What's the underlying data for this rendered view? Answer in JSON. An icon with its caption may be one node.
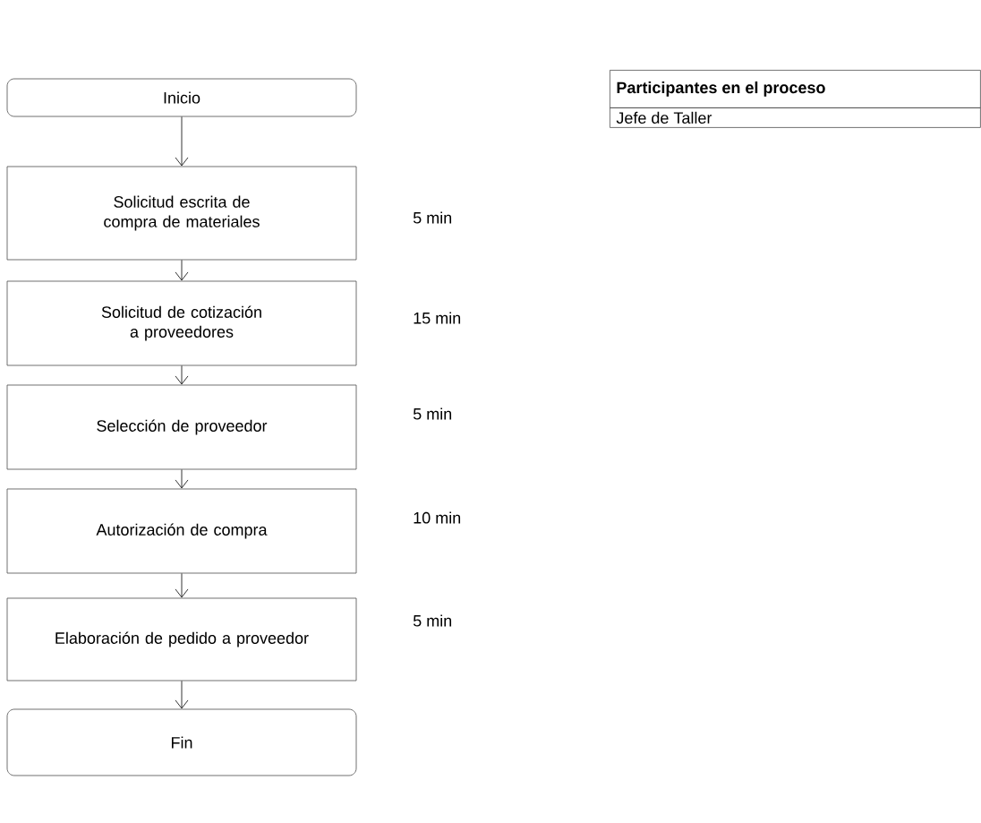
{
  "diagram": {
    "nodes": [
      {
        "text": [
          "Inicio"
        ]
      },
      {
        "text": [
          "Solicitud escrita de compra de materiales"
        ],
        "beside": [
          "5 min"
        ]
      },
      {
        "text": [
          "Solicitud de cotización a proveedores"
        ],
        "beside": [
          "15 min"
        ]
      },
      {
        "text": [
          "Selección de proveedor"
        ],
        "beside": [
          "5 min"
        ]
      },
      {
        "text": [
          "Autorización de compra"
        ],
        "beside": [
          "10 min"
        ]
      },
      {
        "text": [
          "Elaboración de pedido a proveedor"
        ],
        "beside": [
          "5 min"
        ]
      },
      {
        "text": [
          "Fin"
        ]
      }
    ],
    "edges": [
      {
        "from": 0,
        "to": 1,
        "arrow": "to"
      },
      {
        "from": 1,
        "to": 2,
        "arrow": "to"
      },
      {
        "from": 2,
        "to": 3,
        "arrow": "to"
      },
      {
        "from": 3,
        "to": 4,
        "arrow": "to"
      },
      {
        "from": 4,
        "to": 5,
        "arrow": "to"
      },
      {
        "from": 5,
        "to": 6,
        "arrow": "to"
      }
    ],
    "labels": [
      "Participantes en el proceso",
      "Jefe de Taller"
    ]
  }
}
